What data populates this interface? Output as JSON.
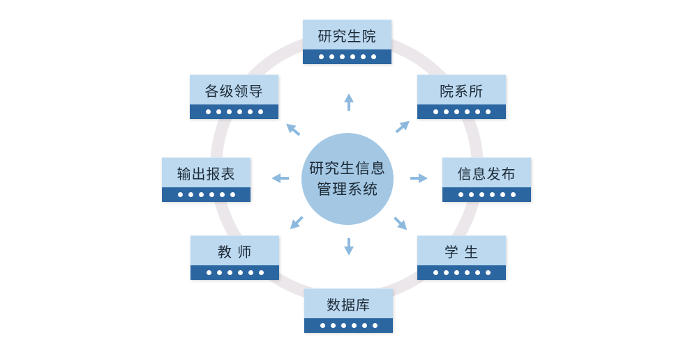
{
  "center": {
    "line1": "研究生信息",
    "line2": "管理系统"
  },
  "nodes": [
    {
      "label": "研究生院"
    },
    {
      "label": "院系所"
    },
    {
      "label": "信息发布"
    },
    {
      "label": "学 生"
    },
    {
      "label": "数据库"
    },
    {
      "label": "教 师"
    },
    {
      "label": "输出报表"
    },
    {
      "label": "各级领导"
    }
  ],
  "colors": {
    "ring": "#ece7ea",
    "center_fill": "#a4c8e4",
    "node_fill": "#bcd9f0",
    "node_bar": "#2c66a0",
    "arrow": "#8db9de"
  },
  "icons": {
    "arrow": "outward-arrow-icon",
    "dot": "indicator-dot-icon"
  }
}
